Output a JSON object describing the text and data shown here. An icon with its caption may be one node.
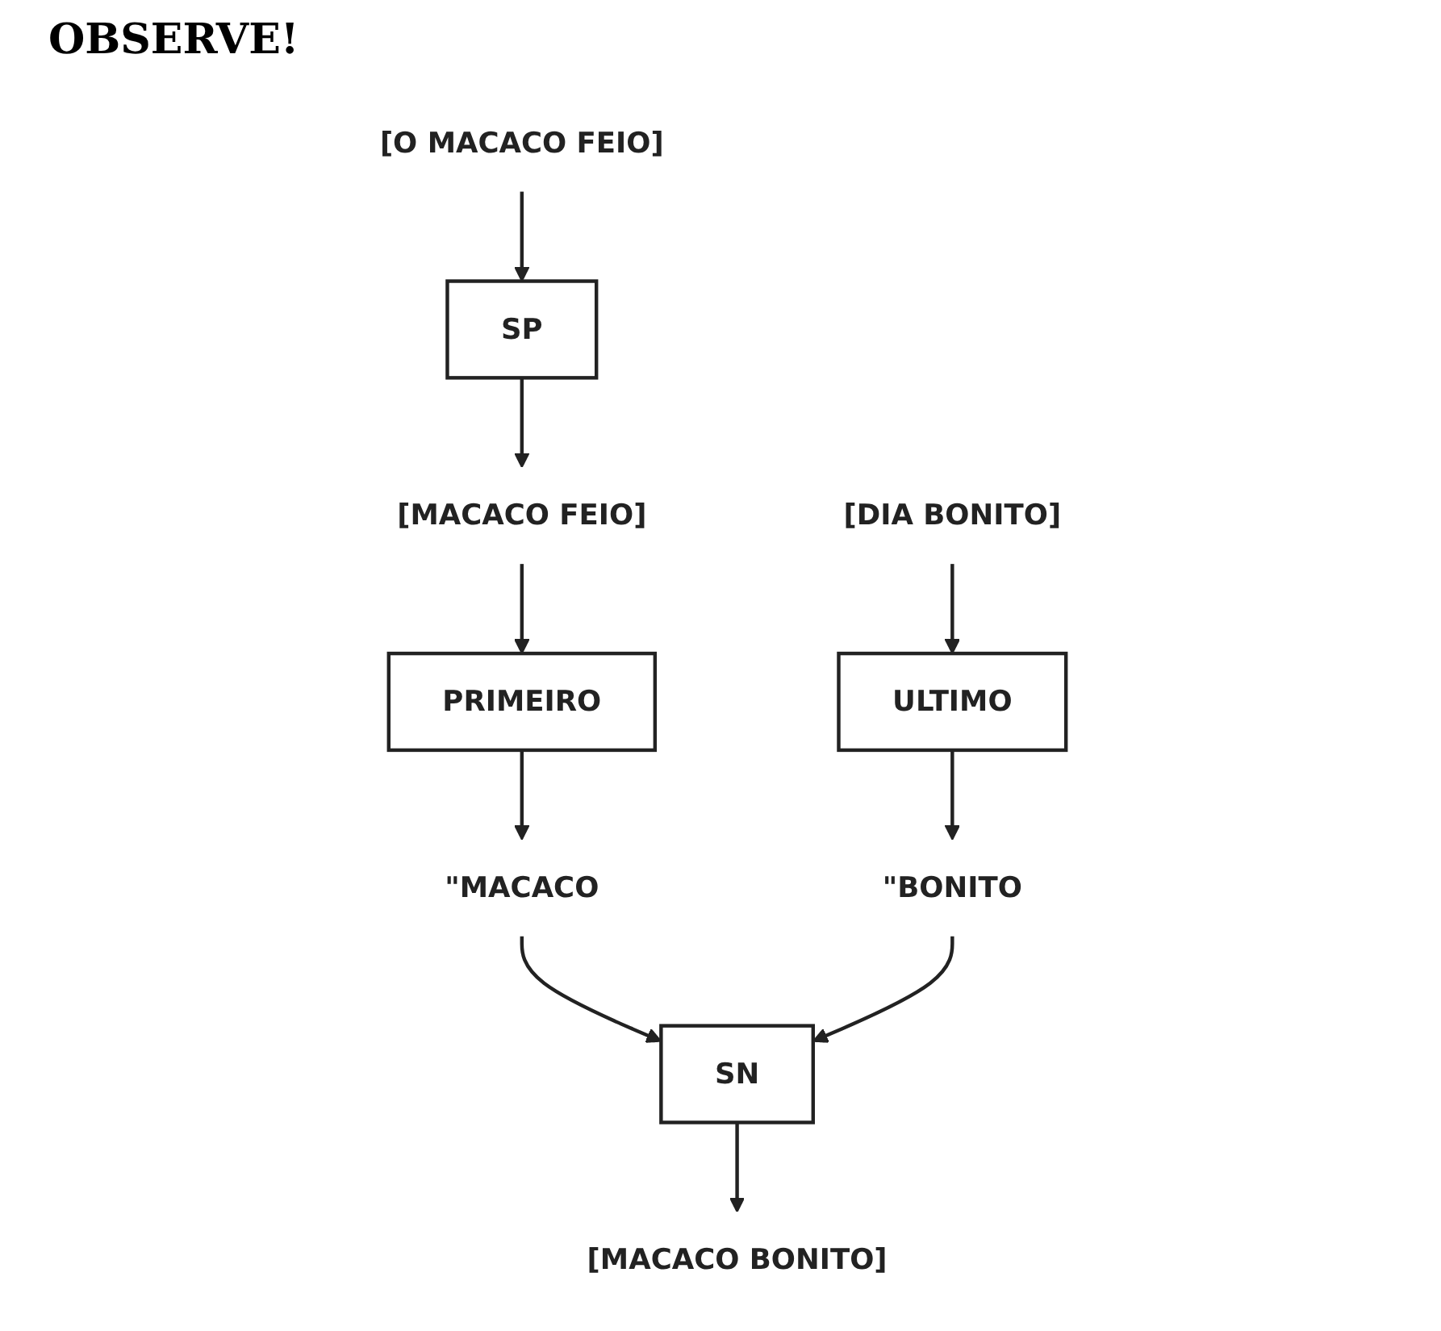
{
  "diagram": {
    "title": "OBSERVE!",
    "nodes": [
      {
        "text": [
          "[O MACACO FEIO]"
        ]
      },
      {
        "text": [
          "SP"
        ]
      },
      {
        "text": [
          "[MACACO FEIO]"
        ]
      },
      {
        "text": [
          "PRIMEIRO"
        ]
      },
      {
        "text": [
          "\"MACACO"
        ]
      },
      {
        "text": [
          "[DIA BONITO]"
        ]
      },
      {
        "text": [
          "ULTIMO"
        ]
      },
      {
        "text": [
          "\"BONITO"
        ]
      },
      {
        "text": [
          "SN"
        ]
      },
      {
        "text": [
          "[MACACO BONITO]"
        ]
      }
    ],
    "edges": [
      {
        "from": 0,
        "to": 1,
        "arrow": "to"
      },
      {
        "from": 1,
        "to": 2,
        "arrow": "to"
      },
      {
        "from": 2,
        "to": 3,
        "arrow": "to"
      },
      {
        "from": 3,
        "to": 4,
        "arrow": "to"
      },
      {
        "from": 5,
        "to": 6,
        "arrow": "to"
      },
      {
        "from": 6,
        "to": 7,
        "arrow": "to"
      },
      {
        "from": 4,
        "to": 8,
        "arrow": "to"
      },
      {
        "from": 7,
        "to": 8,
        "arrow": "to"
      },
      {
        "from": 8,
        "to": 9,
        "arrow": "to"
      }
    ]
  }
}
